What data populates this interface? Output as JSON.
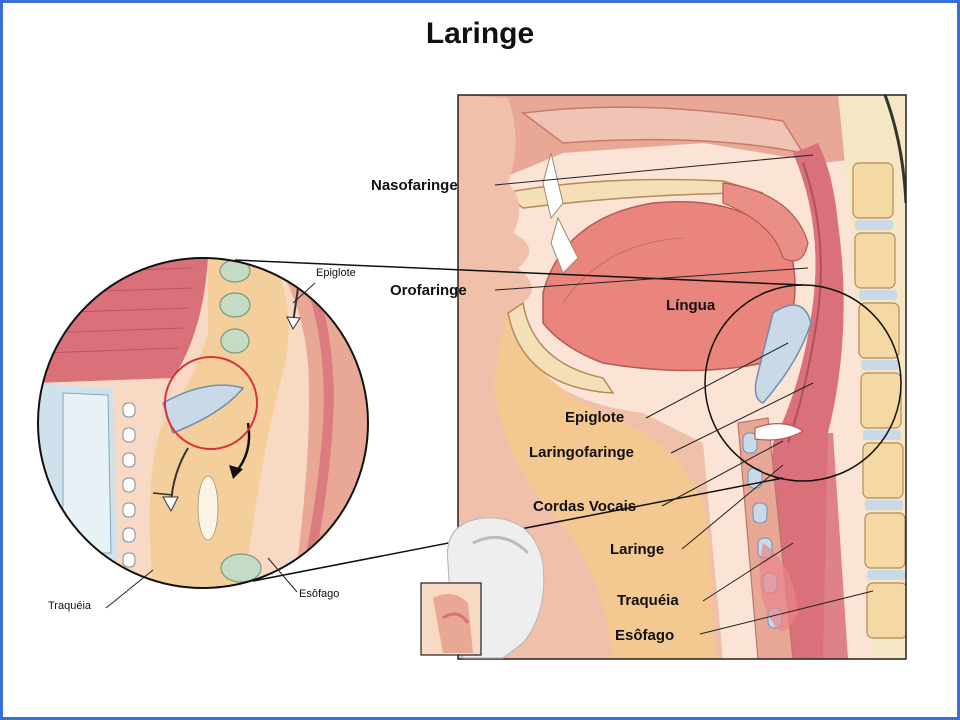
{
  "title": "Laringe",
  "labels": {
    "nasofaringe": "Nasofaringe",
    "orofaringe": "Orofaringe",
    "lingua": "Língua",
    "epiglote": "Epiglote",
    "laringofaringe": "Laringofaringe",
    "cordas_vocais": "Cordas Vocais",
    "laringe": "Laringe",
    "traqueia": "Traquéia",
    "esofago": "Esôfago"
  },
  "inset_labels": {
    "epiglote": "Epiglote",
    "traqueia": "Traquéia",
    "esofago": "Esôfago"
  },
  "colors": {
    "frame": "#3a6fd4",
    "tissue": "#e8a08f",
    "muscle": "#d9707a",
    "fat": "#f3c98e",
    "bone": "#f5e6c4",
    "cartilage": "#c9d9e8"
  }
}
